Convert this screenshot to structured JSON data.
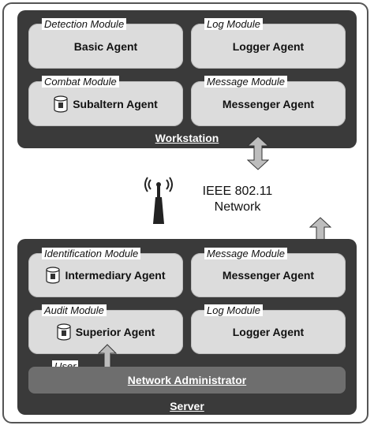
{
  "workstation": {
    "caption": "Workstation",
    "modules": [
      {
        "module": "Detection Module",
        "agent": "Basic Agent"
      },
      {
        "module": "Log Module",
        "agent": "Logger Agent"
      },
      {
        "module": "Combat Module",
        "agent": "Subaltern Agent"
      },
      {
        "module": "Message Module",
        "agent": "Messenger Agent"
      }
    ]
  },
  "network": {
    "line1": "IEEE 802.11",
    "line2": "Network"
  },
  "server": {
    "caption": "Server",
    "modules": [
      {
        "module": "Identification Module",
        "agent": "Intermediary Agent"
      },
      {
        "module": "Message Module",
        "agent": "Messenger Agent"
      },
      {
        "module": "Audit Module",
        "agent": "Superior Agent"
      },
      {
        "module": "Log Module",
        "agent": "Logger Agent"
      }
    ],
    "user_label": "User",
    "admin_label": "Network Administrator"
  },
  "colors": {
    "panel": "#3a3a3a",
    "agent_box": "#dcdcdc",
    "admin_bar": "#6e6e6e"
  }
}
